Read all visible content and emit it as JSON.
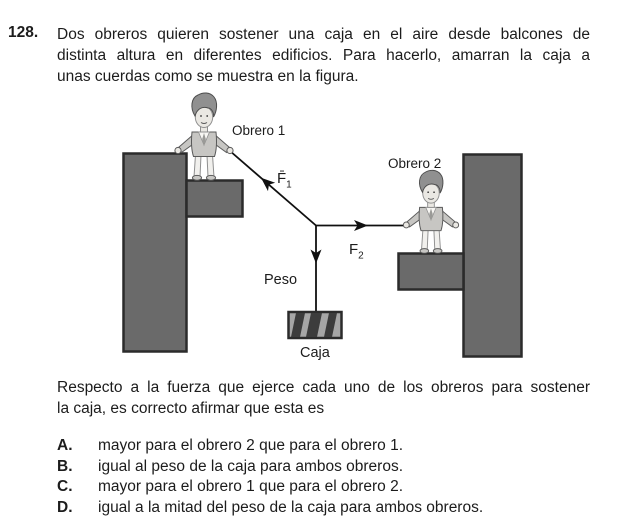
{
  "question": {
    "number": "128.",
    "lines": [
      "Dos obreros quieren sostener una caja en el aire desde balcones de",
      "distinta altura en diferentes edificios. Para hacerlo, amarran la caja a",
      "unas cuerdas como se muestra en la figura."
    ],
    "prompt_lines": [
      "Respecto a la fuerza que ejerce cada uno de los obreros para sostener",
      "la caja, es correcto afirmar que esta es"
    ]
  },
  "figure": {
    "labels": {
      "worker1": "Obrero 1",
      "worker2": "Obrero 2",
      "force1_main": "F̄",
      "force1_sub": "1",
      "force2_main": "F",
      "force2_sub": "2",
      "weight": "Peso",
      "box": "Caja"
    },
    "colors": {
      "building": "#6a6a6a",
      "outline": "#2b2b2b",
      "rope": "#101010",
      "box_light": "#a6a6a6",
      "box_dark": "#3c3c3c"
    }
  },
  "options": [
    {
      "letter": "A.",
      "text": "mayor para el obrero 2 que para el obrero 1."
    },
    {
      "letter": "B.",
      "text": "igual al peso de la caja para ambos obreros."
    },
    {
      "letter": "C.",
      "text": "mayor para el obrero 1 que para el obrero 2."
    },
    {
      "letter": "D.",
      "text": "igual a la mitad del peso de la caja para ambos obreros."
    }
  ]
}
